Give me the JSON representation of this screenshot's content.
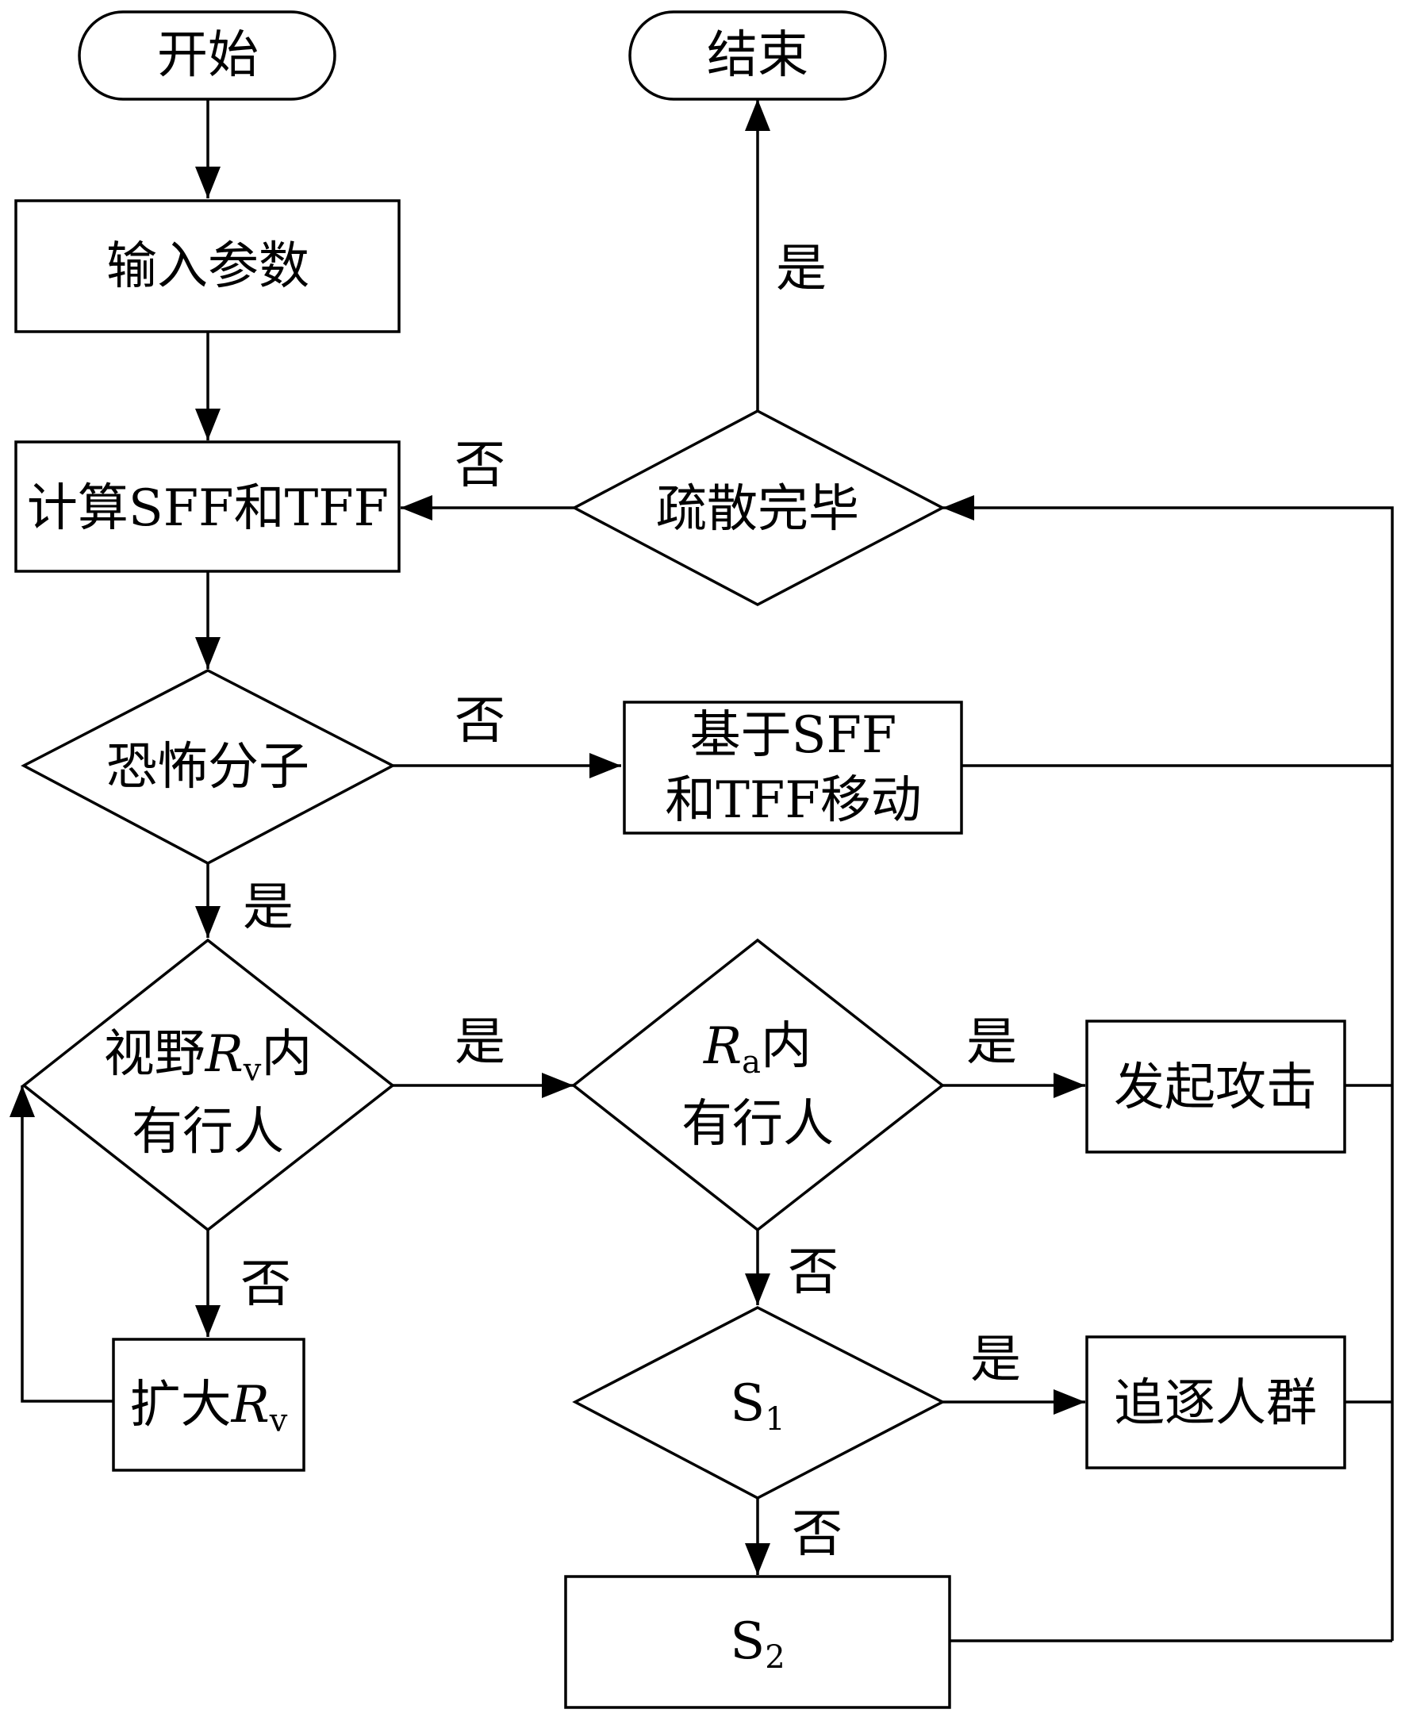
{
  "nodes": {
    "start": "开始",
    "end": "结束",
    "input_params": "输入参数",
    "calc": "计算SFF和TFF",
    "evac_done": "疏散完毕",
    "terrorist": "恐怖分子",
    "move_line1": "基于SFF",
    "move_line2": "和TFF移动",
    "vision_line1_pre": "视野",
    "vision_var": "R",
    "vision_sub": "v",
    "vision_line1_post": "内",
    "vision_line2": "有行人",
    "attack_range_var": "R",
    "attack_range_sub": "a",
    "attack_range_post": "内",
    "attack_range_line2": "有行人",
    "attack": "发起攻击",
    "expand_pre": "扩大",
    "expand_var": "R",
    "expand_sub": "v",
    "s1_main": "S",
    "s1_sub": "1",
    "chase": "追逐人群",
    "s2_main": "S",
    "s2_sub": "2"
  },
  "edge_labels": {
    "yes": "是",
    "no": "否"
  }
}
